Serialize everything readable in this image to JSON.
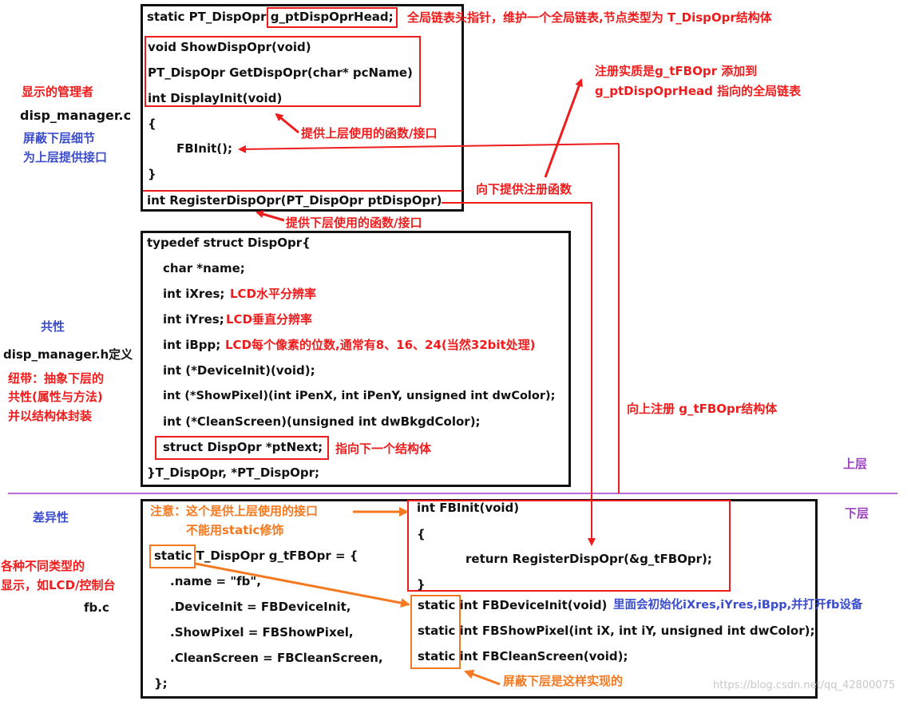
{
  "manager": {
    "label_role": "显示的管理者",
    "label_file": "disp_manager.c",
    "label_desc_1": "屏蔽下层细节",
    "label_desc_2": "为上层提供接口",
    "code": {
      "head_decl_prefix": "static PT_DispOpr ",
      "head_decl_var": "g_ptDispOprHead;",
      "show": "void ShowDispOpr(void)",
      "get": "PT_DispOpr GetDispOpr(char* pcName)",
      "init": "int DisplayInit(void)",
      "brace_open": "{",
      "fbinit_call": "FBInit();",
      "brace_close": "}",
      "register": "int RegisterDispOpr(PT_DispOpr ptDispOpr)"
    },
    "notes": {
      "head": "全局链表头指针，维护一个全局链表,节点类型为 T_DispOpr结构体",
      "upper_api": "提供上层使用的函数/接口",
      "lower_api": "提供下层使用的函数/接口",
      "register_down": "向下提供注册函数",
      "register_essence_1": "注册实质是g_tFBOpr 添加到",
      "register_essence_2": "g_ptDispOprHead 指向的全局链表"
    }
  },
  "struct_def": {
    "label_common": "共性",
    "label_file": "disp_manager.h定义",
    "label_desc_1": "纽带：抽象下层的",
    "label_desc_2": "共性(属性与方法)",
    "label_desc_3": "并以结构体封装",
    "lines": [
      "typedef struct DispOpr{",
      "char *name;",
      "int iXres;",
      "int iYres;",
      "int iBpp;",
      "int (*DeviceInit)(void);",
      "int (*ShowPixel)(int iPenX, int iPenY, unsigned int dwColor);",
      "int (*CleanScreen)(unsigned int dwBkgdColor);",
      "struct DispOpr *ptNext;",
      "}T_DispOpr, *PT_DispOpr;"
    ],
    "notes": {
      "xres": "LCD水平分辨率",
      "yres": "LCD垂直分辨率",
      "bpp": "LCD每个像素的位数,通常有8、16、24(当然32bit处理)",
      "next": "指向下一个结构体"
    }
  },
  "layers": {
    "upper": "上层",
    "lower": "下层",
    "register_up": "向上注册 g_tFBOpr结构体"
  },
  "fb": {
    "label_diff": "差异性",
    "label_desc_1": "各种不同类型的",
    "label_desc_2": "显示，如LCD/控制台",
    "label_file": "fb.c",
    "note_api_1": "注意：这个是供上层使用的接口",
    "note_api_2": "不能用static修饰",
    "left_code": {
      "static_kw": "static",
      "decl": " T_DispOpr g_tFBOpr = {",
      "name": ".name  = \"fb\",",
      "devinit": ".DeviceInit  = FBDeviceInit,",
      "showpixel": ".ShowPixel   = FBShowPixel,",
      "clean": ".CleanScreen = FBCleanScreen,",
      "end": "};"
    },
    "right_code": {
      "fbinit": "int FBInit(void)",
      "brace_open": "{",
      "ret": "return RegisterDispOpr(&g_tFBOpr);",
      "brace_close": "}",
      "static_kw": "static",
      "devinit": " int FBDeviceInit(void)",
      "showpixel": " int FBShowPixel(int iX, int iY, unsigned int dwColor);",
      "clean": " int FBCleanScreen(void);"
    },
    "notes": {
      "devinit": "里面会初始化iXres,iYres,iBpp,并打开fb设备",
      "hide": "屏蔽下层是这样实现的"
    }
  },
  "watermark": "https://blog.csdn.net/qq_42800075",
  "colors": {
    "red": "#ee1c1c",
    "blue": "#3b4ccc",
    "purple": "#9a3fc0",
    "orange": "#f47920",
    "black": "#111111"
  }
}
